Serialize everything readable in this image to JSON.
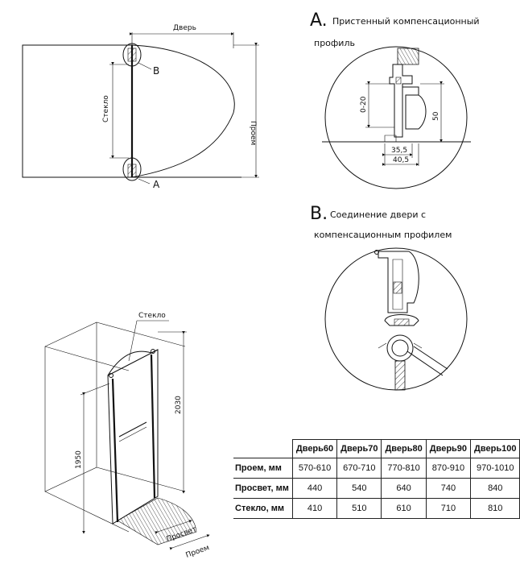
{
  "plan": {
    "door_label": "Дверь",
    "glass_label": "Стекло",
    "opening_label": "Проем",
    "mark_a": "A",
    "mark_b": "B"
  },
  "detail_a": {
    "letter": "A.",
    "title_line1": "Пристенный компенсационный",
    "title_line2": "профиль",
    "dim_range": "0-20",
    "dim_height": "50",
    "dim_w1": "35,5",
    "dim_w2": "40,5"
  },
  "detail_b": {
    "letter": "B.",
    "title_line1": "Соединение двери с",
    "title_line2": "компенсационным профилем"
  },
  "iso": {
    "glass_label": "Стекло",
    "dim_2030": "2030",
    "dim_1950": "1950",
    "dim_clearance": "Просвет",
    "dim_opening": "Проем"
  },
  "table": {
    "columns": [
      "Дверь60",
      "Дверь70",
      "Дверь80",
      "Дверь90",
      "Дверь100"
    ],
    "rows": [
      {
        "label": "Проем, мм",
        "values": [
          "570-610",
          "670-710",
          "770-810",
          "870-910",
          "970-1010"
        ]
      },
      {
        "label": "Просвет, мм",
        "values": [
          "440",
          "540",
          "640",
          "740",
          "840"
        ]
      },
      {
        "label": "Стекло, мм",
        "values": [
          "410",
          "510",
          "610",
          "710",
          "810"
        ]
      }
    ]
  }
}
